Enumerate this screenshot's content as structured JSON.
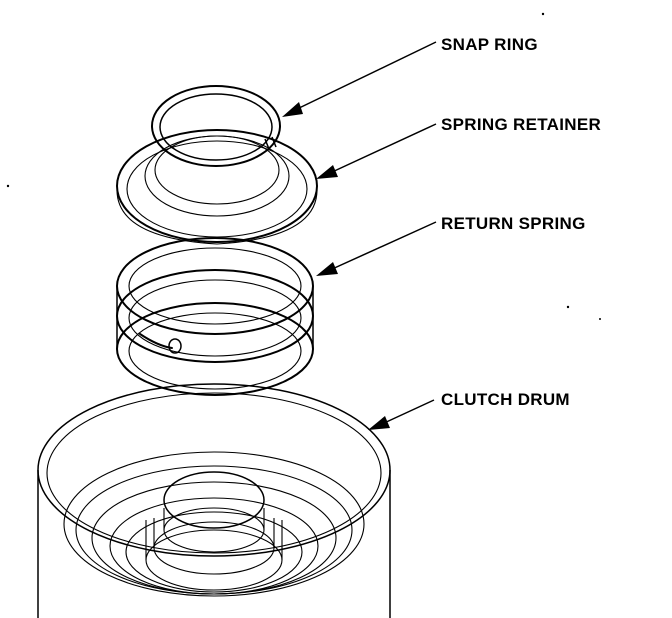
{
  "labels": {
    "snap_ring": "SNAP RING",
    "spring_retainer": "SPRING RETAINER",
    "return_spring": "RETURN SPRING",
    "clutch_drum": "CLUTCH DRUM"
  },
  "colors": {
    "ink": "#000000",
    "background": "#ffffff"
  }
}
